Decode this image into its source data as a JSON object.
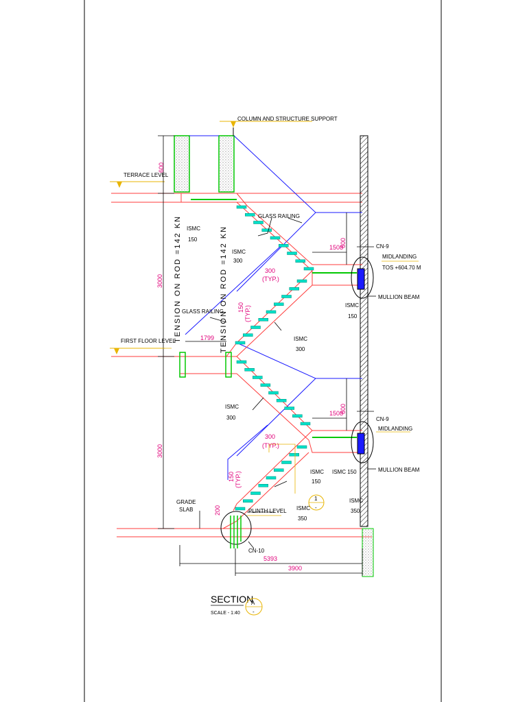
{
  "labels": {
    "column_support": "COLUMN AND STRUCTURE SUPPORT",
    "terrace_level": "TERRACE LEVEL",
    "first_floor_level": "FIRST FLOOR LEVEL",
    "grade_slab_1": "GRADE",
    "grade_slab_2": "SLAB",
    "plinth_level": "PLINTH LEVEL",
    "glass_railing_top": "GLASS RAILING",
    "glass_railing_mid": "GLASS RAILING",
    "tension_left": "TENSION ON ROD =142 KN",
    "tension_right": "TENSION ON ROD =142 KN",
    "cn9_top": "CN-9",
    "midlanding_top": "MIDLANDING",
    "tos": "TOS +604.70 M",
    "mullion_top": "MULLION BEAM",
    "cn9_bot": "CN-9",
    "midlanding_bot": "MIDLANDING",
    "mullion_bot": "MULLION BEAM",
    "cn10": "CN-10",
    "ismc150_a_1": "ISMC",
    "ismc150_a_2": "150",
    "ismc300_a_1": "ISMC",
    "ismc300_a_2": "300",
    "ismc150_b_1": "ISMC",
    "ismc150_b_2": "150",
    "ismc300_b_1": "ISMC",
    "ismc300_b_2": "300",
    "ismc300_c_1": "ISMC",
    "ismc300_c_2": "300",
    "ismc150_c_1": "ISMC",
    "ismc150_c_2": "150",
    "ismc150_d": "ISMC 150",
    "ismc350_a_1": "ISMC",
    "ismc350_a_2": "350",
    "ismc350_b_1": "ISMC",
    "ismc350_b_2": "350",
    "section_title": "SECTION",
    "section_mark": "A",
    "section_dash": "-",
    "scale": "SCALE -  1:40",
    "detail_num": "1",
    "detail_dash": "-"
  },
  "dims": {
    "d600_top": "600",
    "d3000_top": "3000",
    "d1508_top": "1508",
    "d600_r_top": "600",
    "d300_top": "300",
    "typ_top": "(TYP.)",
    "d150_top": "150",
    "typ_top_v": "(TYP.)",
    "d1799": "1799",
    "d3000_bot": "3000",
    "d1508_bot": "1508",
    "d600_r_bot": "600",
    "d300_bot": "300",
    "typ_bot": "(TYP.)",
    "d150_bot": "150",
    "typ_bot_v": "(TYP.)",
    "d200": "200",
    "d5393": "5393",
    "d3900": "3900"
  },
  "colors": {
    "stair": "#ff3b3b",
    "railing": "#1a1aff",
    "tread": "#00e0c8",
    "green": "#00c800",
    "leader": "#e8b400",
    "dim": "#e0007a"
  }
}
